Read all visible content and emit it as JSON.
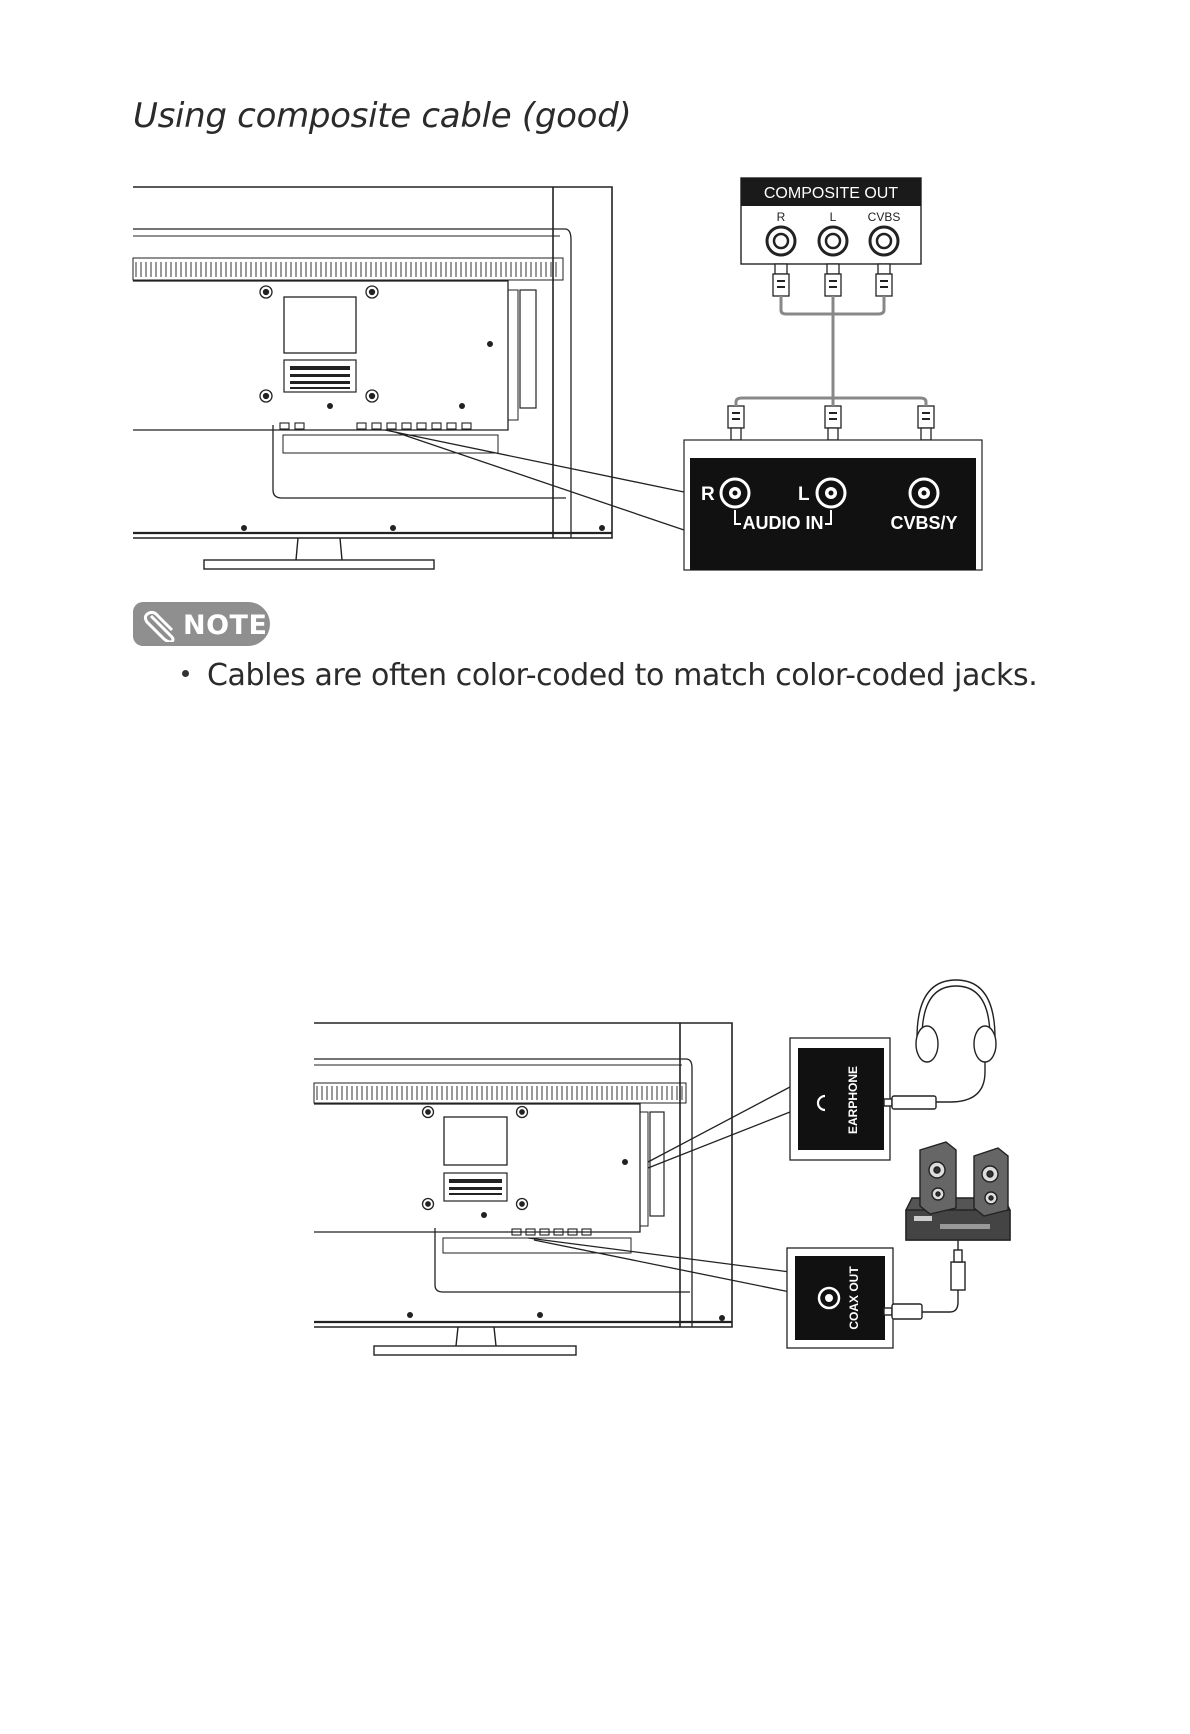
{
  "section": {
    "heading": "Using composite cable (good)"
  },
  "figure1": {
    "source_panel": {
      "title": "COMPOSITE OUT",
      "jack_r": "R",
      "jack_l": "L",
      "jack_cvbs": "CVBS"
    },
    "tv_panel": {
      "r": "R",
      "l": "L",
      "audio_in": "AUDIO IN",
      "cvbs_y": "CVBS/Y"
    }
  },
  "note": {
    "label": "NOTE",
    "items": [
      "Cables are often color-coded to match color-coded jacks."
    ]
  },
  "figure2": {
    "earphone_label": "EARPHONE",
    "coax_label": "COAX OUT"
  }
}
